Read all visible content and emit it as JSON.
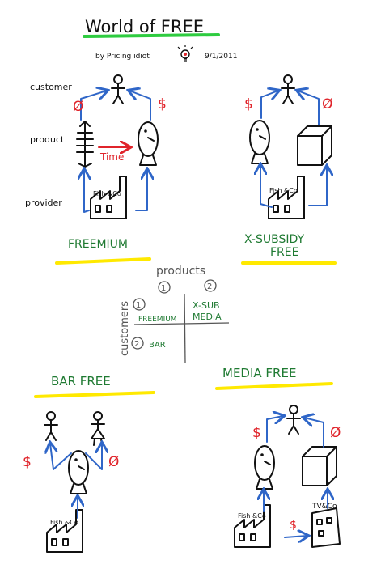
{
  "title": "World of FREE",
  "byline": "by Pricing idiot",
  "date": "9/1/2011",
  "row_labels": {
    "customer": "customer",
    "product": "product",
    "provider": "provider"
  },
  "time_label": "Time",
  "provider_name": "Fish &Co",
  "media_provider_name": "TV&Co",
  "symbols": {
    "price": "$",
    "free": "Ø"
  },
  "sections": {
    "freemium": "FREEMIUM",
    "xsub_line1": "X-SUBSIDY",
    "xsub_line2": "FREE",
    "bar": "BAR FREE",
    "media": "MEDIA FREE"
  },
  "matrix": {
    "products_label": "products",
    "customers_label": "customers",
    "one": "1",
    "two": "2",
    "cell_freemium": "FREEMIUM",
    "cell_xsub_line1": "X-SUB",
    "cell_xsub_line2": "MEDIA",
    "cell_bar": "BAR"
  },
  "colors": {
    "ink": "#111111",
    "green": "#1f7a32",
    "red": "#e0242b",
    "blue": "#2f66c8",
    "highlight": "#ffe900",
    "title_underline": "#2ecc40"
  }
}
